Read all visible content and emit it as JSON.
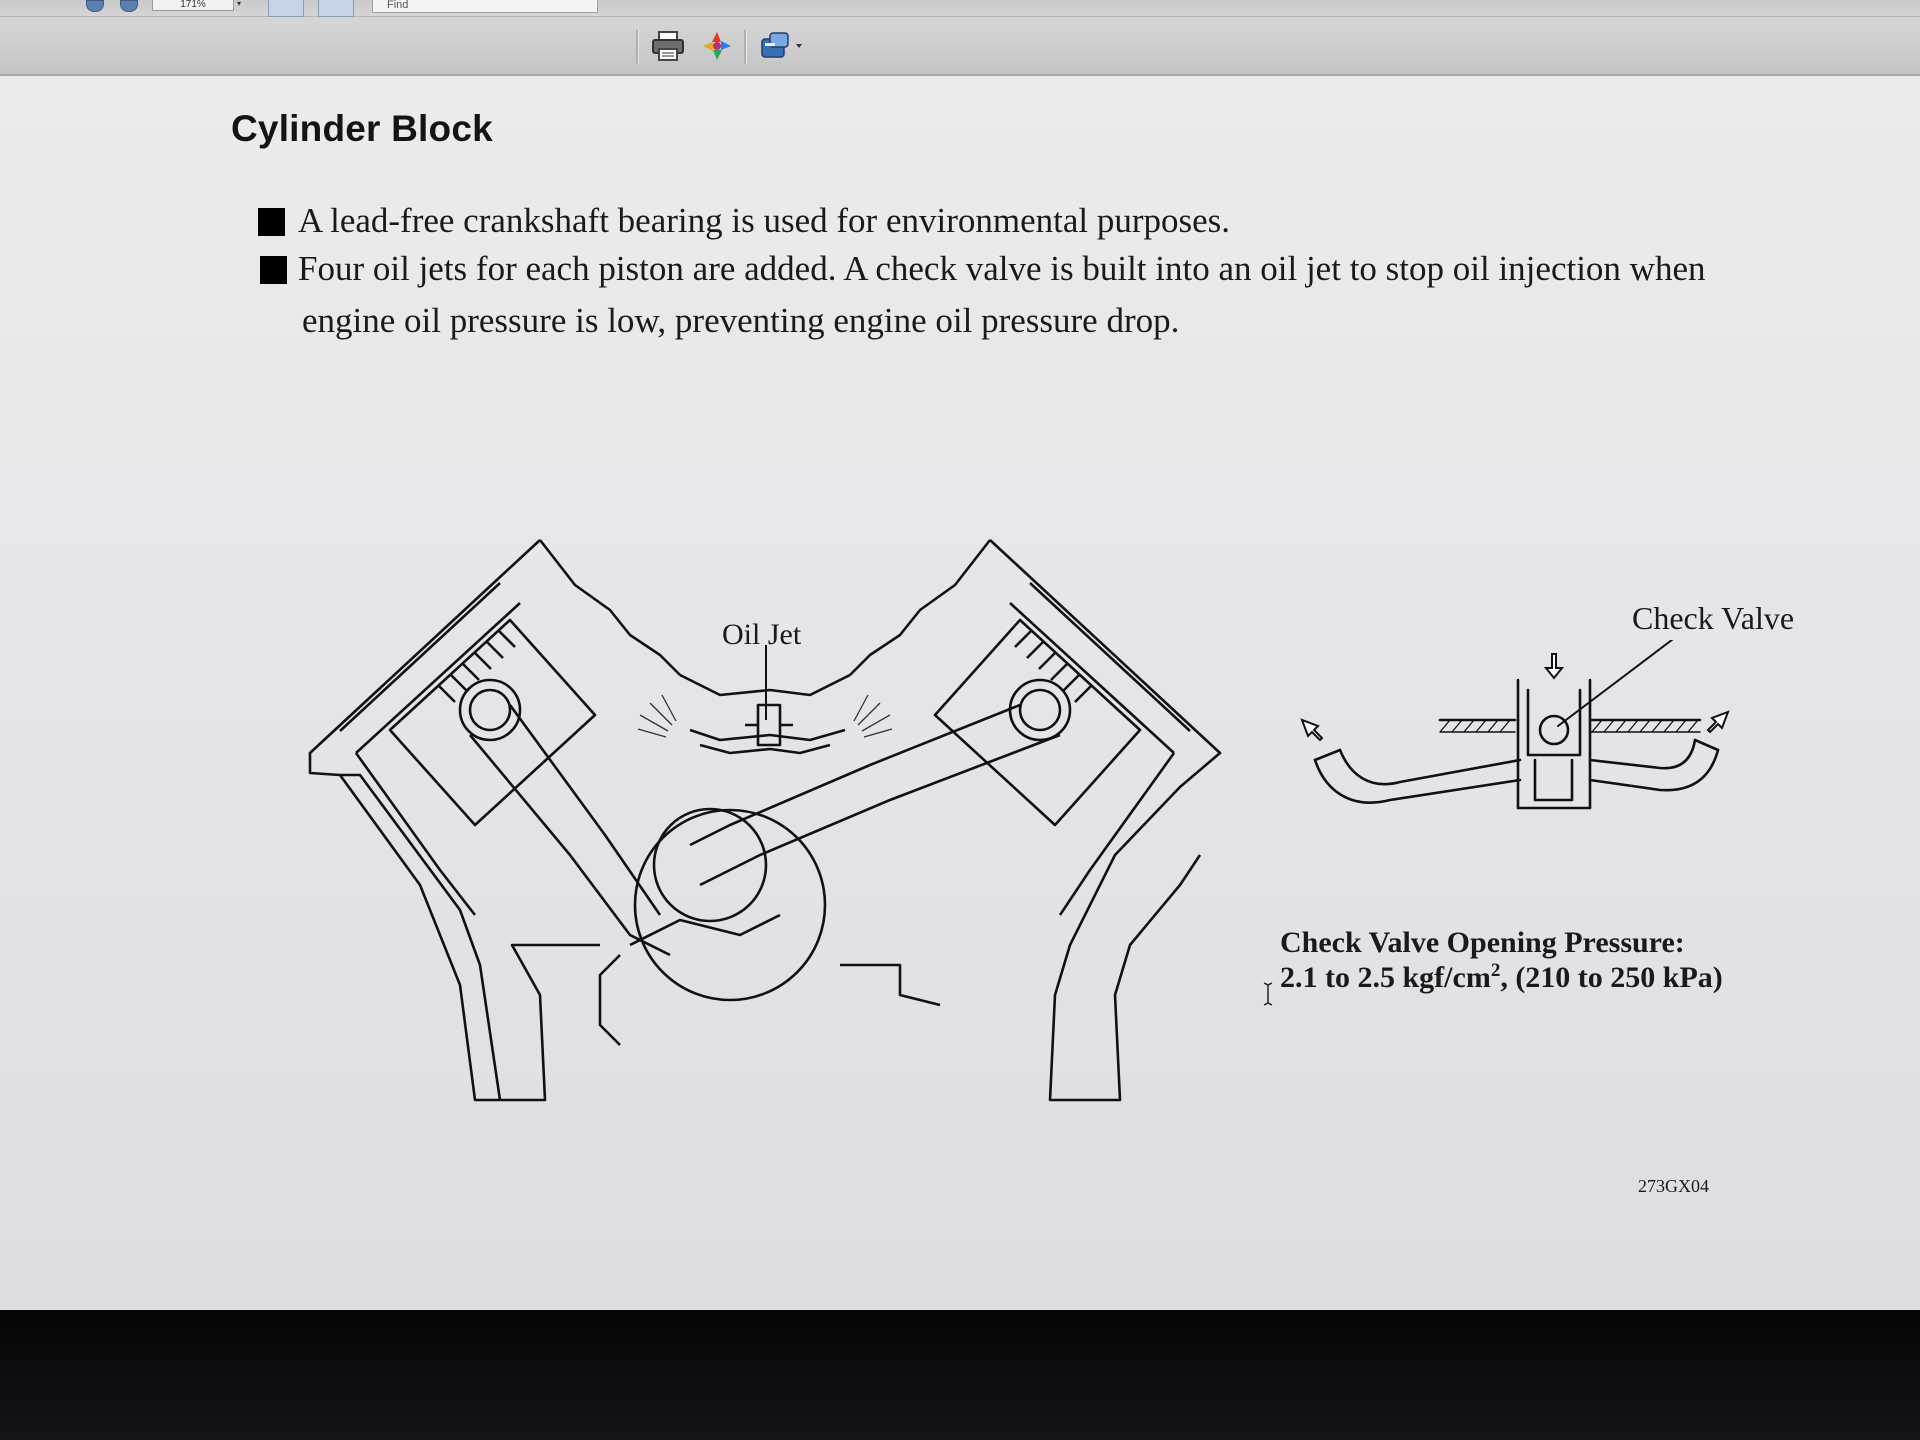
{
  "toolbar": {
    "zoom_level": "171%",
    "find_placeholder": "Find"
  },
  "document": {
    "title": "Cylinder Block",
    "bullets": [
      {
        "text": "A lead-free crankshaft bearing is used for environmental purposes."
      },
      {
        "line1": "Four oil jets for each piston are added. A check valve is built into an oil jet to stop oil injection when",
        "line2": "engine oil pressure is low, preventing engine oil pressure drop."
      }
    ],
    "figure": {
      "oil_jet_label": "Oil Jet",
      "check_valve_label": "Check Valve",
      "pressure_title": "Check Valve Opening Pressure:",
      "pressure_value_main": "2.1 to 2.5 kgf/cm",
      "pressure_value_sup": "2",
      "pressure_value_tail": ", (210 to 250 kPa)",
      "figure_code": "273GX04"
    }
  }
}
